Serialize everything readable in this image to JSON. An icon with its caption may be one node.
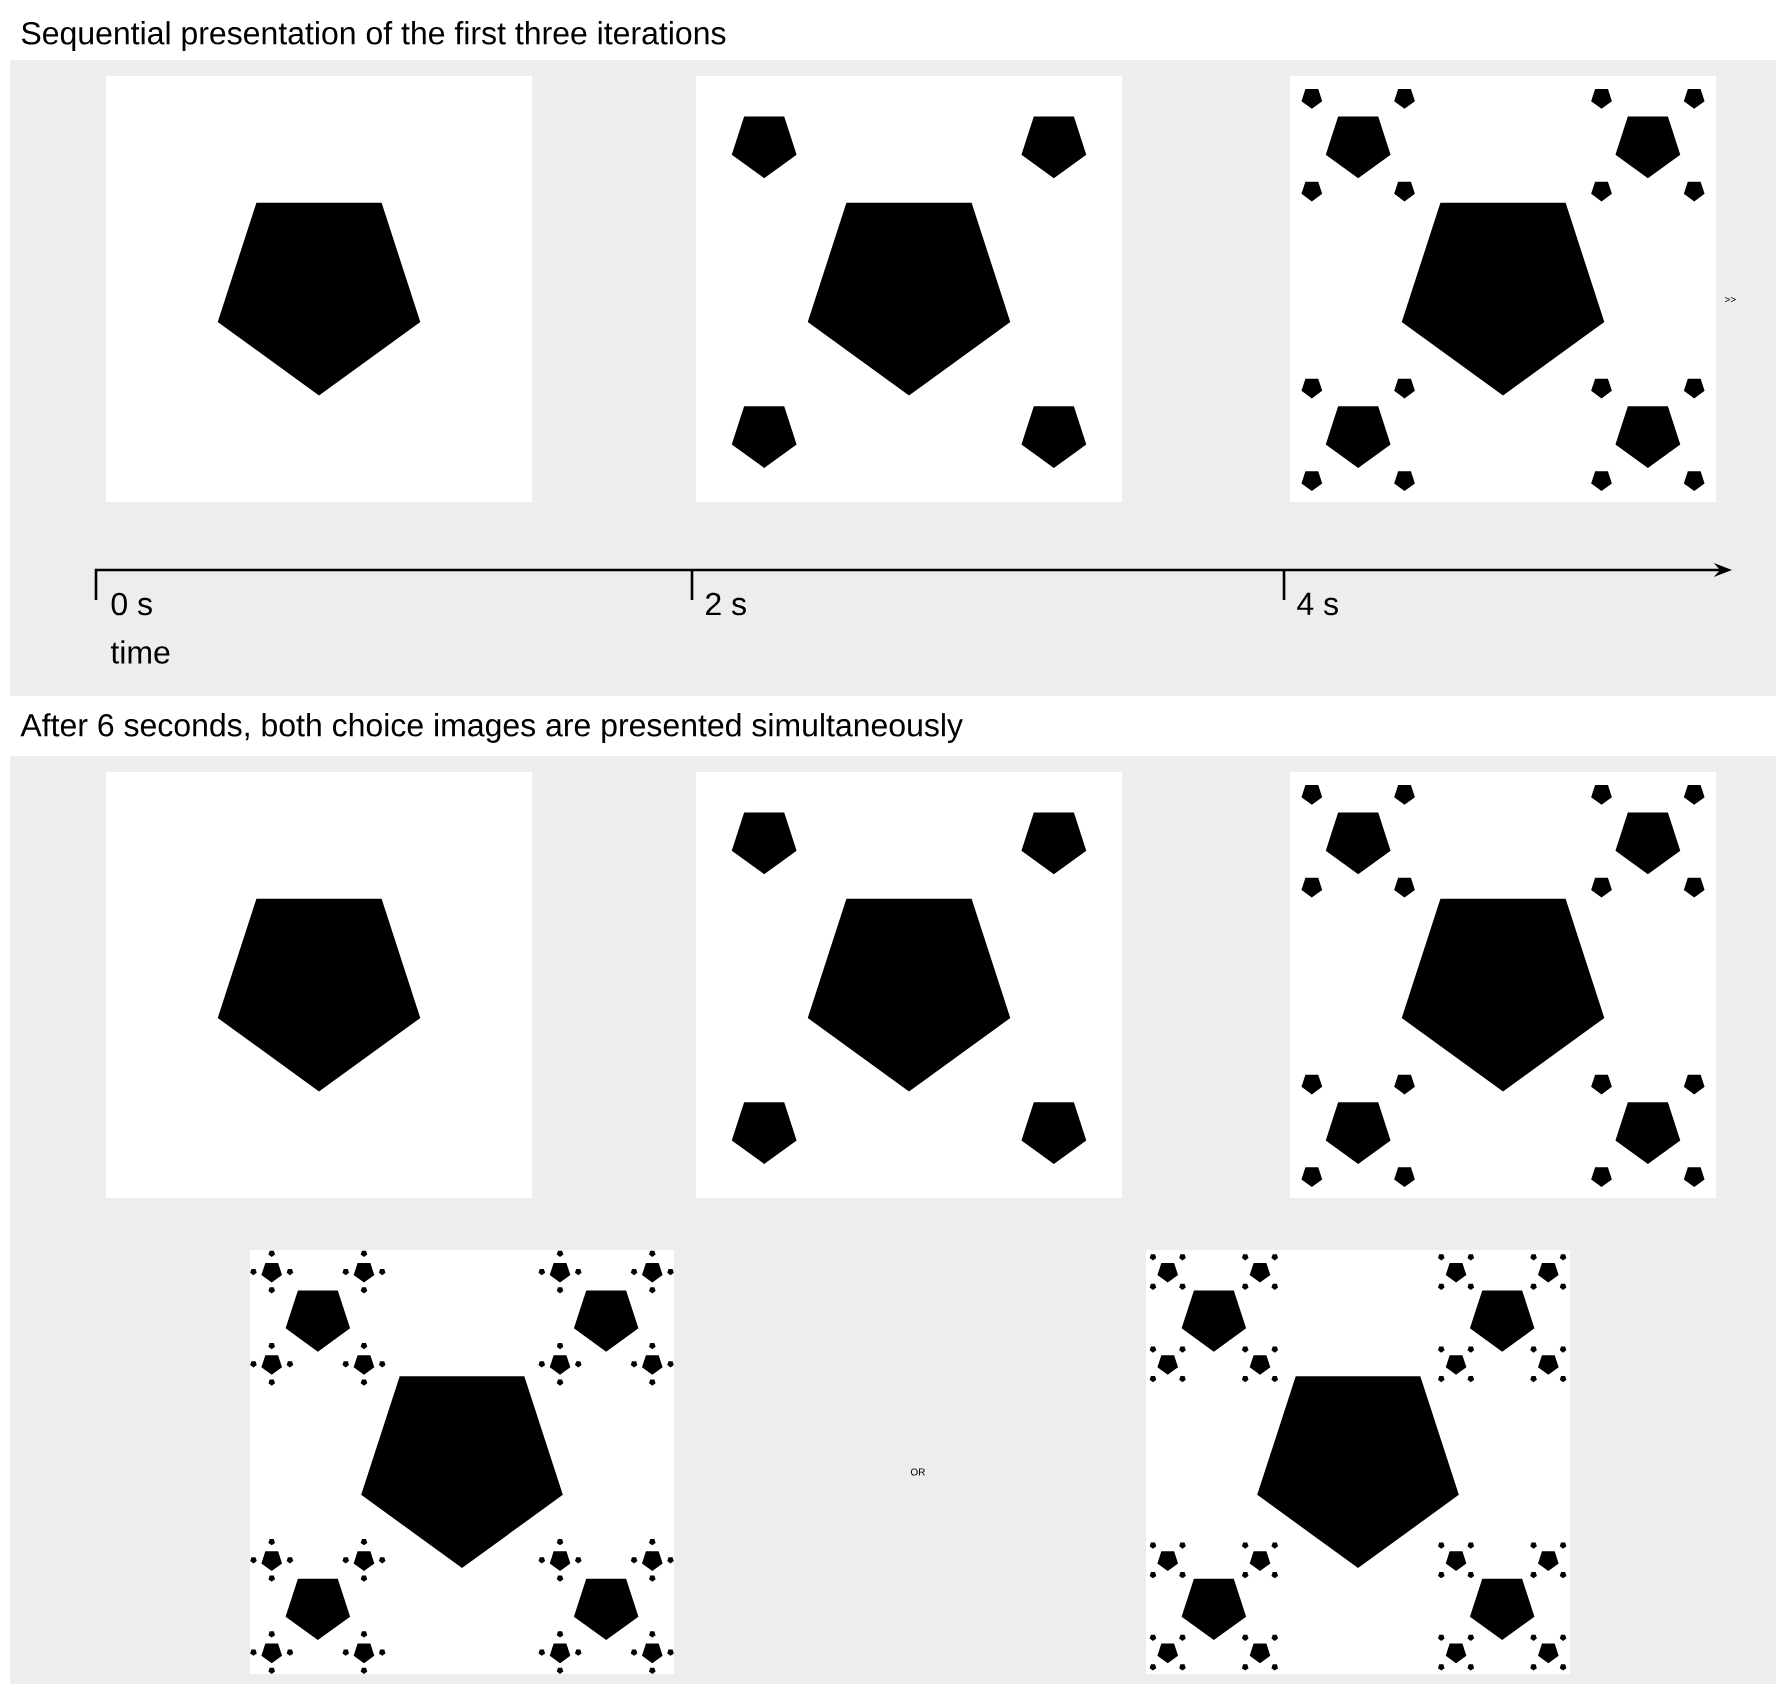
{
  "diagram": {
    "labels": [
      "Sequential presentation of the first three iterations",
      ">>",
      "0 s",
      "2 s",
      "4 s",
      "time",
      "After 6 seconds, both choice images are presented simultaneously",
      "OR"
    ]
  }
}
